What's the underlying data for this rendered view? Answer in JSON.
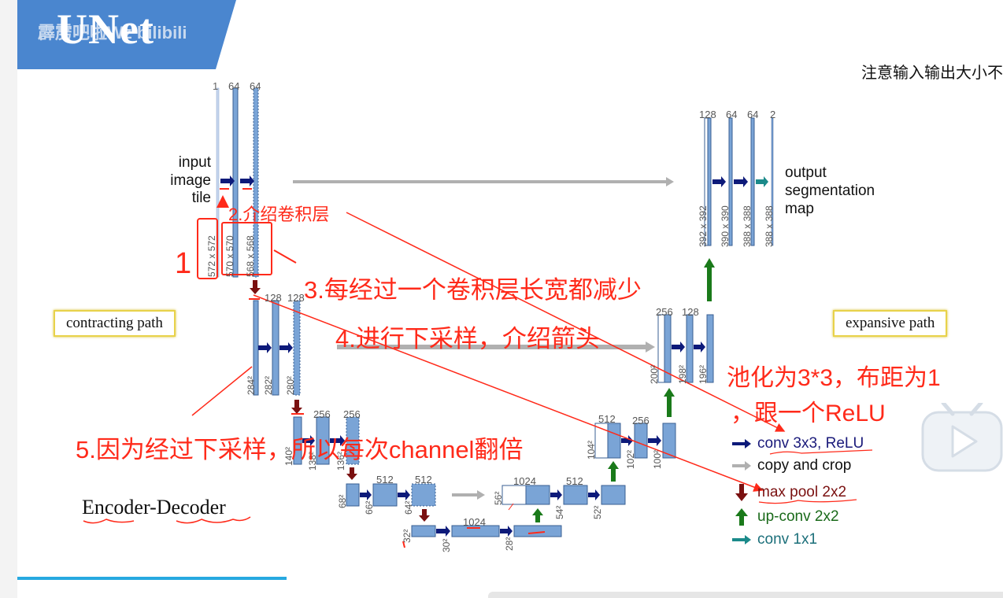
{
  "header": {
    "title": "UNet",
    "watermark": "霹雳吧啦Wz bilibili"
  },
  "top_note": "注意输入输出大小不",
  "input_label": [
    "input",
    "image",
    "tile"
  ],
  "output_label": [
    "output",
    "segmentation",
    "map"
  ],
  "contracting_label": "contracting path",
  "expansive_label": "expansive path",
  "encoder_decoder_label": "Encoder-Decoder",
  "channels": {
    "l1": [
      "1",
      "64",
      "64"
    ],
    "l2": [
      "128",
      "128"
    ],
    "l3": [
      "256",
      "256"
    ],
    "l4": [
      "512",
      "512"
    ],
    "l5": [
      "1024"
    ],
    "r4": [
      "1024",
      "512"
    ],
    "r3": [
      "512",
      "256"
    ],
    "r2": [
      "256",
      "128"
    ],
    "r1": [
      "128",
      "64",
      "64",
      "2"
    ]
  },
  "sizes": {
    "l1": [
      "572 x 572",
      "570 x 570",
      "568 x 568"
    ],
    "l2": [
      "284²",
      "282²",
      "280²"
    ],
    "l3": [
      "140²",
      "138²",
      "136²"
    ],
    "l4": [
      "68²",
      "66²",
      "64²"
    ],
    "l5": [
      "32²",
      "30²",
      "28²"
    ],
    "r4": [
      "56²",
      "54²",
      "52²"
    ],
    "r3": [
      "104²",
      "102²",
      "100²"
    ],
    "r2": [
      "200²",
      "198²",
      "196²"
    ],
    "r1": [
      "392 x 392",
      "390 x 390",
      "388 x 388",
      "388 x 388"
    ]
  },
  "annotations": {
    "n1": "1",
    "n2": "2.介绍卷积层",
    "n3": "3.每经过一个卷积层长宽都减少",
    "n4": "4.进行下采样，介绍箭头",
    "n5": "5.因为经过下采样，所以每次channel翻倍",
    "pool1": "池化为3*3，布距为1",
    "pool2": "，跟一个ReLU"
  },
  "legend": [
    {
      "label": "conv 3x3, ReLU",
      "icon": "arrow-right-navy",
      "color": "#1a1a7a"
    },
    {
      "label": "copy and crop",
      "icon": "arrow-right-gray",
      "color": "#111111"
    },
    {
      "label": "max pool 2x2",
      "icon": "arrow-down-darkred",
      "color": "#7a1010"
    },
    {
      "label": "up-conv 2x2",
      "icon": "arrow-up-green",
      "color": "#1a6a1a"
    },
    {
      "label": "conv 1x1",
      "icon": "arrow-right-teal",
      "color": "#1b6f7a"
    }
  ],
  "colors": {
    "annotation_red": "#ff2a1a",
    "banner_blue": "#4a86cf",
    "block_blue": "#7aa4d6",
    "block_border": "#3a5f93",
    "conv_arrow": "#0d1a7a",
    "pool_arrow": "#7a1010",
    "up_arrow": "#1a7a1a",
    "copy_arrow": "#b0b0b0",
    "conv1x1_arrow": "#1b8a8a"
  }
}
